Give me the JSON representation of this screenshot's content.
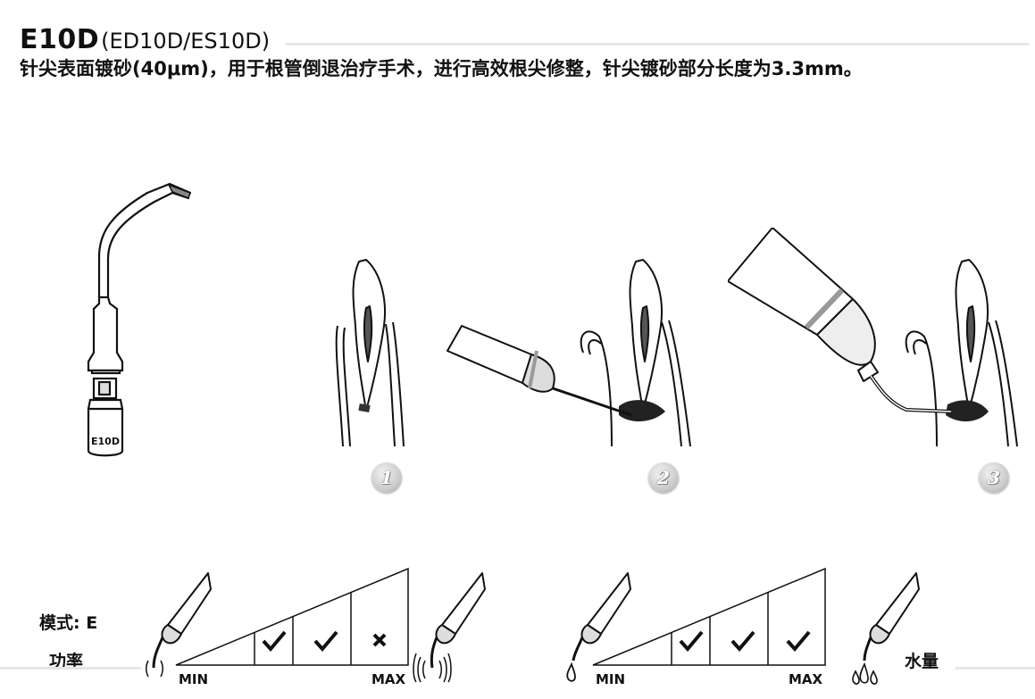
{
  "header": {
    "code": "E10D",
    "variants": "(ED10D/ES10D)",
    "description": "针尖表面镀砂(40μm)，用于根管倒退治疗手术，进行高效根尖修整，针尖镀砂部分长度为3.3mm。"
  },
  "tip_label": "E10D",
  "steps": [
    "1",
    "2",
    "3"
  ],
  "power": {
    "mode_label": "模式: E",
    "power_label": "功率",
    "min_label": "MIN",
    "max_label": "MAX",
    "levels": [
      "check",
      "check",
      "cross"
    ]
  },
  "water": {
    "label": "水量",
    "min_label": "MIN",
    "max_label": "MAX",
    "levels": [
      "check",
      "check",
      "check"
    ]
  },
  "colors": {
    "tooth_canal": "#555555",
    "ring": "#999999",
    "lesion": "#222222"
  }
}
